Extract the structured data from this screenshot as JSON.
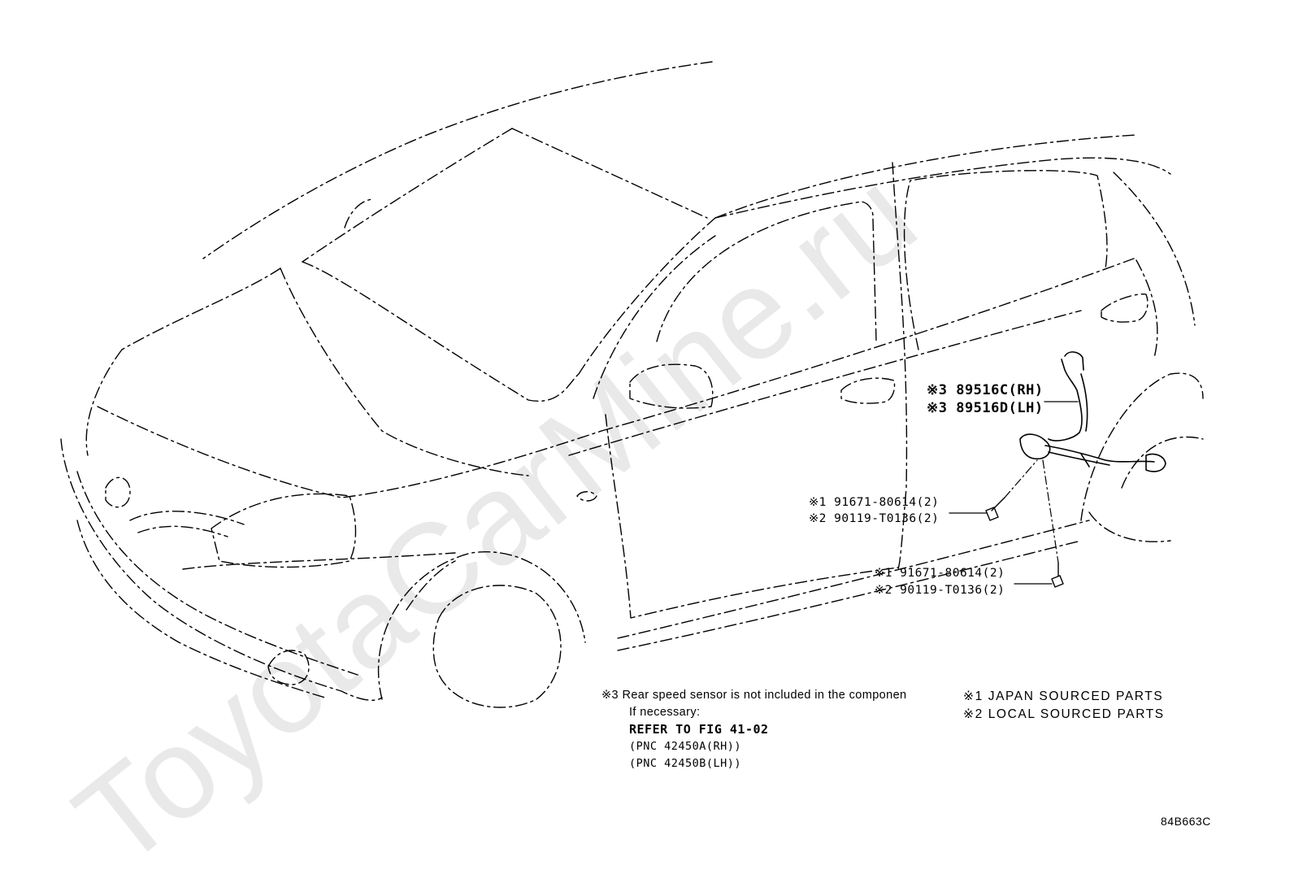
{
  "watermark": "ToyotaCarMine.ru",
  "callouts": {
    "sensor_rh": "※3 89516C(RH)",
    "sensor_lh": "※3 89516D(LH)",
    "bolt_upper_1": "※1 91671-80614(2)",
    "bolt_upper_2": "※2 90119-T0136(2)",
    "bolt_lower_1": "※1 91671-80614(2)",
    "bolt_lower_2": "※2 90119-T0136(2)"
  },
  "note": {
    "line1": "※3 Rear speed sensor is not included in the componen",
    "line2": "If necessary:",
    "line3": "REFER TO FIG 41-02",
    "line4": "(PNC 42450A(RH))",
    "line5": "(PNC 42450B(LH))"
  },
  "legend": {
    "item1": "※1 JAPAN SOURCED PARTS",
    "item2": "※2 LOCAL SOURCED PARTS"
  },
  "figure_code": "84B663C"
}
